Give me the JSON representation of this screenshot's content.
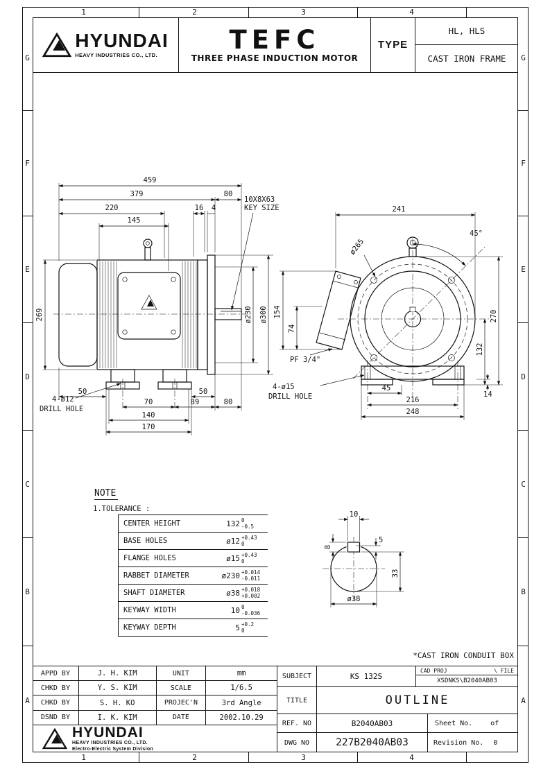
{
  "zones": {
    "cols": [
      "1",
      "2",
      "3",
      "4"
    ],
    "rows": [
      "G",
      "F",
      "E",
      "D",
      "C",
      "B",
      "A"
    ]
  },
  "header": {
    "brand": "HYUNDAI",
    "brand_sub": "HEAVY INDUSTRIES CO., LTD.",
    "product": "TEFC",
    "product_sub": "THREE PHASE INDUCTION MOTOR",
    "type_label": "TYPE",
    "type_value": "HL, HLS",
    "frame_value": "CAST IRON FRAME"
  },
  "side": {
    "d459": "459",
    "d379": "379",
    "d80_top": "80",
    "d220": "220",
    "d16": "16",
    "d4": "4",
    "d145": "145",
    "d269": "269",
    "key1": "10X8X63",
    "key2": "KEY SIZE",
    "dia300": "ø300",
    "dia230": "ø230",
    "d50l": "50",
    "d50r": "50",
    "d70": "70",
    "d89": "89",
    "d80_bot": "80",
    "d140": "140",
    "d170": "170",
    "drill1": "4-ø12",
    "drill2": "DRILL HOLE"
  },
  "front": {
    "d241": "241",
    "angle": "45°",
    "dia265": "ø265",
    "d154": "154",
    "d74": "74",
    "pf": "PF 3/4\"",
    "d270": "270",
    "d132": "132",
    "d45": "45",
    "d216": "216",
    "d248": "248",
    "d14": "14",
    "drill1": "4-ø15",
    "drill2": "DRILL HOLE"
  },
  "detail": {
    "d10": "10",
    "d8": "8",
    "d5": "5",
    "d33": "33",
    "dia38": "ø38"
  },
  "note": {
    "title": "NOTE",
    "subtitle": "1.TOLERANCE :",
    "rows": [
      {
        "label": "CENTER HEIGHT",
        "value": "132",
        "upper": "0",
        "lower": "-0.5"
      },
      {
        "label": "BASE HOLES",
        "value": "ø12",
        "upper": "+0.43",
        "lower": "0"
      },
      {
        "label": "FLANGE HOLES",
        "value": "ø15",
        "upper": "+0.43",
        "lower": "0"
      },
      {
        "label": "RABBET DIAMETER",
        "value": "ø230",
        "upper": "+0.014",
        "lower": "-0.011"
      },
      {
        "label": "SHAFT DIAMETER",
        "value": "ø38",
        "upper": "+0.018",
        "lower": "+0.002"
      },
      {
        "label": "KEYWAY WIDTH",
        "value": "10",
        "upper": "0",
        "lower": "-0.036"
      },
      {
        "label": "KEYWAY DEPTH",
        "value": "5",
        "upper": "+0.2",
        "lower": "0"
      }
    ]
  },
  "conduit_note": "*CAST IRON CONDUIT BOX",
  "tb": {
    "appd_label": "APPD BY",
    "appd": "J. H. KIM",
    "chkd1_label": "CHKD BY",
    "chkd1": "Y. S. KIM",
    "chkd2_label": "CHKD BY",
    "chkd2": "S. H. KO",
    "dsnd_label": "DSND BY",
    "dsnd": "I. K. KIM",
    "unit_label": "UNIT",
    "unit": "mm",
    "scale_label": "SCALE",
    "scale": "1/6.5",
    "projn_label": "PROJEC'N",
    "projn": "3rd Angle",
    "date_label": "DATE",
    "date": "2002.10.29",
    "subject_label": "SUBJECT",
    "subject": "KS 132S",
    "cad_label": "CAD PROJ",
    "file_label": "\\ FILE",
    "cad_file": "XSDNKS\\B2040AB03",
    "title_label": "TITLE",
    "title": "OUTLINE",
    "ref_label": "REF. NO",
    "ref": "B2040AB03",
    "sheet_label": "Sheet No.",
    "sheet_of": "of",
    "dwg_label": "DWG NO",
    "dwg": "227B2040AB03",
    "rev_label": "Revision No.",
    "rev": "0",
    "brand": "HYUNDAI",
    "brand_sub1": "HEAVY INDUSTRIES CO., LTD.",
    "brand_sub2": "Electro-Electric System Division"
  }
}
